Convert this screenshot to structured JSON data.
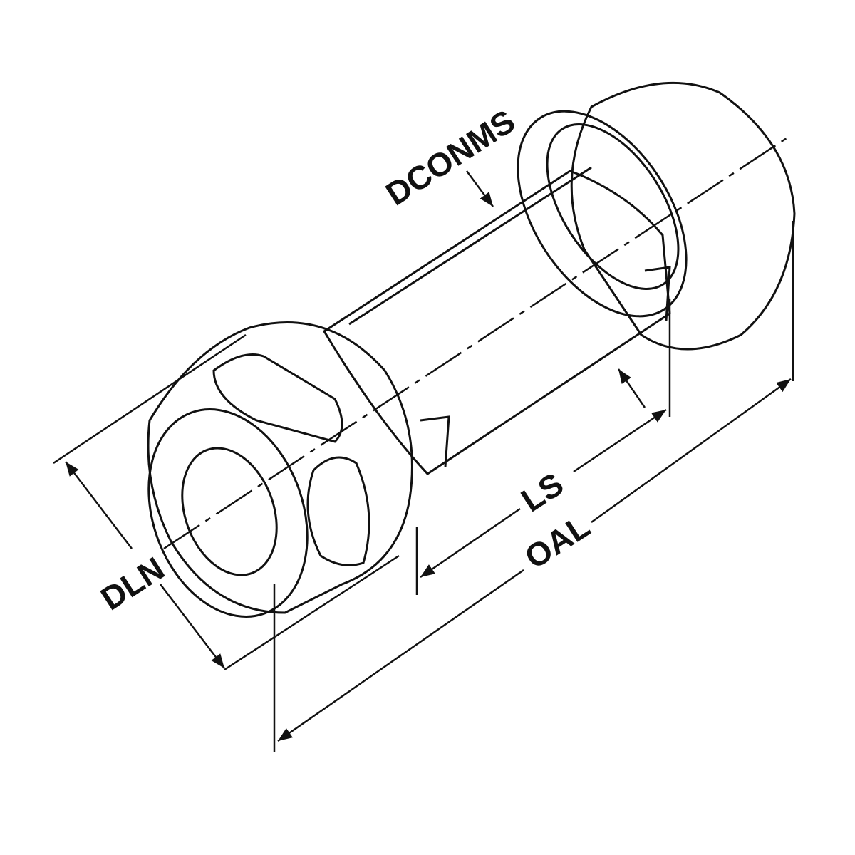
{
  "labels": {
    "dconms": "DCONMS",
    "ls": "LS",
    "oal": "OAL",
    "dln": "DLN"
  },
  "colors": {
    "outline": "#111111",
    "metal_light": "#f4f4f4",
    "metal_dark": "#a9a9a9"
  }
}
